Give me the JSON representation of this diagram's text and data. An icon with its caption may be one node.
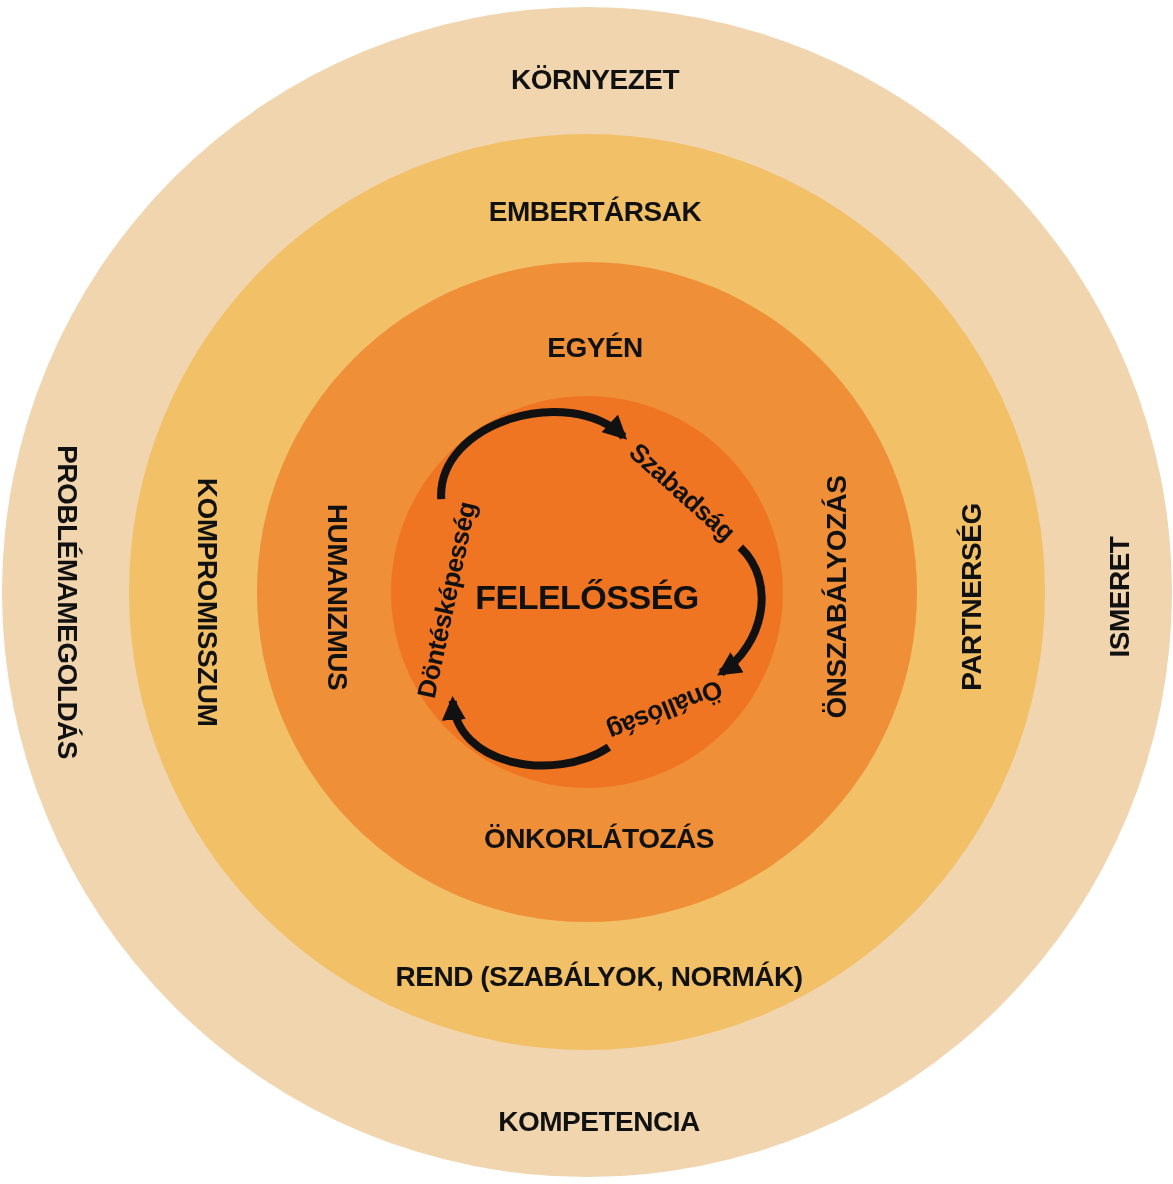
{
  "diagram": {
    "nodes": [
      {
        "text": [
          "KÖRNYEZET",
          "PROBLÉMAMEGOLDÁS",
          "ISMERET",
          "KOMPETENCIA"
        ]
      },
      {
        "text": [
          "EMBERTÁRSAK",
          "KOMPROMISSZUM",
          "PARTNERSÉG",
          "REND (SZABÁLYOK, NORMÁK)"
        ],
        "in": 0
      },
      {
        "text": [
          "EGYÉN",
          "HUMANIZMUS",
          "ÖNSZABÁLYOZÁS",
          "ÖNKORLÁTOZÁS"
        ],
        "in": 1
      },
      {
        "text": [
          "FELELŐSSÉG"
        ],
        "in": 2
      },
      {
        "text": [
          "Szabadság"
        ],
        "in": 3
      },
      {
        "text": [
          "Önállóság"
        ],
        "in": 3
      },
      {
        "text": [
          "Döntésképesség"
        ],
        "in": 3
      }
    ],
    "edges": [
      {
        "from": 6,
        "to": 4,
        "arrow": "to"
      },
      {
        "from": 4,
        "to": 5,
        "arrow": "to"
      },
      {
        "from": 5,
        "to": 6,
        "arrow": "to"
      }
    ]
  }
}
